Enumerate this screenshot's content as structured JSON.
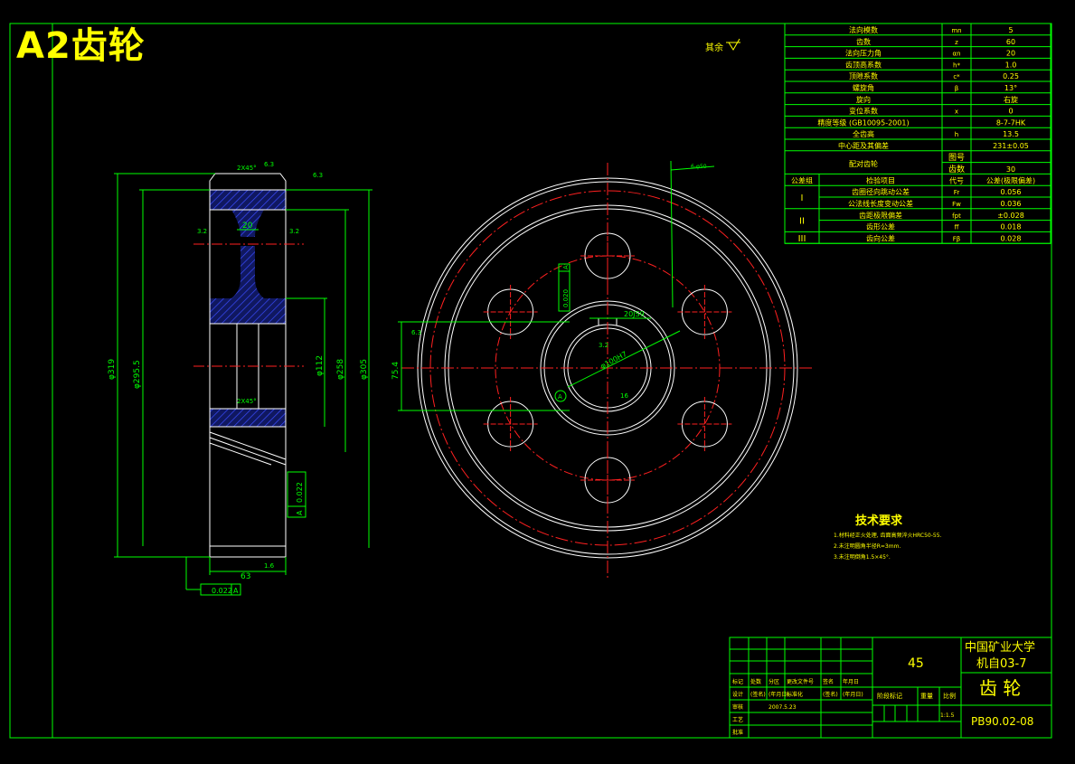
{
  "sheet_label": "A2齿轮",
  "surface_note": "其余",
  "params_table": {
    "rows": [
      {
        "name": "法向模数",
        "sym": "mn",
        "val": "5"
      },
      {
        "name": "齿数",
        "sym": "z",
        "val": "60"
      },
      {
        "name": "法向压力角",
        "sym": "αn",
        "val": "20"
      },
      {
        "name": "齿顶高系数",
        "sym": "h*",
        "val": "1.0"
      },
      {
        "name": "顶隙系数",
        "sym": "c*",
        "val": "0.25"
      },
      {
        "name": "螺旋角",
        "sym": "β",
        "val": "13°"
      },
      {
        "name": "旋向",
        "sym": "",
        "val": "右旋"
      },
      {
        "name": "变位系数",
        "sym": "x",
        "val": "0"
      },
      {
        "name": "精度等级 (GB10095-2001)",
        "sym": "",
        "val": "8-7-7HK"
      },
      {
        "name": "全齿高",
        "sym": "h",
        "val": "13.5"
      },
      {
        "name": "中心距及其偏差",
        "sym": "",
        "val": "231±0.05"
      }
    ],
    "mating": {
      "name": "配对齿轮",
      "sub1": "图号",
      "sub2": "齿数",
      "val": "30"
    },
    "header": {
      "group": "公差组",
      "item": "检验项目",
      "code": "代号",
      "tol": "公差(极限偏差)"
    },
    "tol_rows": [
      {
        "group": "I",
        "item": "齿圈径向跳动公差",
        "code": "Fr",
        "val": "0.056"
      },
      {
        "group": "",
        "item": "公法线长度变动公差",
        "code": "Fw",
        "val": "0.036"
      },
      {
        "group": "II",
        "item": "齿距极限偏差",
        "code": "fpt",
        "val": "±0.028"
      },
      {
        "group": "",
        "item": "齿形公差",
        "code": "ff",
        "val": "0.018"
      },
      {
        "group": "III",
        "item": "齿向公差",
        "code": "Fβ",
        "val": "0.028"
      }
    ]
  },
  "side_dims": {
    "d_outer": "φ319",
    "d_pitch": "φ295.5",
    "d_112": "φ112",
    "d_258": "φ258",
    "d_305": "φ305",
    "w_63": "63",
    "w_20": "20",
    "ra_63": "6.3",
    "ra_32": "3.2",
    "ra_16": "1.6",
    "chamfer": "2X45°",
    "runout_val": "0.022",
    "runout_ref": "A",
    "flat_val": "0.022",
    "datum": "A"
  },
  "front_dims": {
    "hole_dims": "6-φ50",
    "keyway_w": "20JS9",
    "keyway": "75.4",
    "bore": "φ100H7",
    "tol_val": "0.020",
    "ra": "6.3",
    "ra2": "3.2",
    "datum": "A",
    "extra": "16"
  },
  "tech_req": {
    "title": "技术要求",
    "items": [
      "1.材料经正火处理, 齿面高频淬火HRC50-55.",
      "2.未注明圆角半径R=3mm.",
      "3.未注明倒角1.5×45°."
    ]
  },
  "title_block": {
    "material": "45",
    "school": "中国矿业大学",
    "class": "机自03-7",
    "part": "齿 轮",
    "drawing_no": "PB90.02-08",
    "scale": "1:1.5",
    "stage_label": "阶段标记",
    "weight_label": "重量",
    "ratio_label": "比例",
    "labels": [
      "标记",
      "处数",
      "分区",
      "更改文件号",
      "签名",
      "年月日"
    ],
    "row_design": [
      "设计",
      "(签名)",
      "(年月日)",
      "标准化",
      "(签名)",
      "(年月日)"
    ],
    "row_check": "审核",
    "row_proc": "工艺",
    "row_appr": "批准",
    "date": "2007.5.23"
  }
}
